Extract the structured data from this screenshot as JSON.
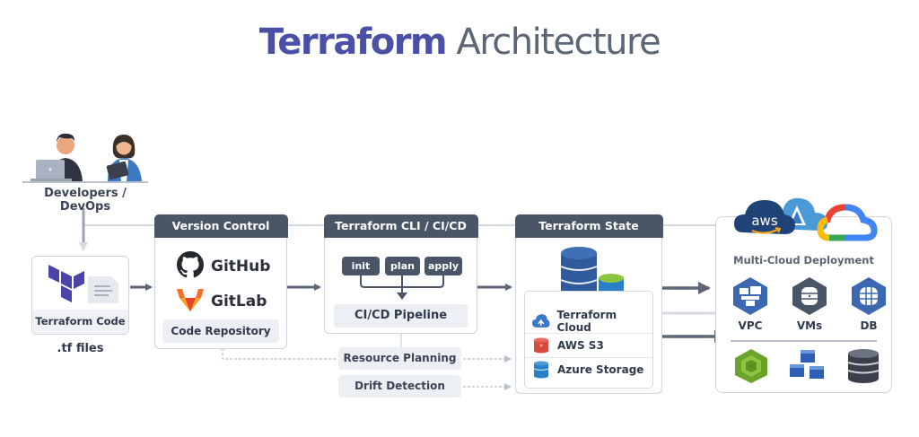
{
  "title": {
    "part1": "Terraform",
    "part2": "Architecture"
  },
  "colors": {
    "brand": "#4a4fa8",
    "header": "#4a5568",
    "subtle": "#eceff4",
    "border": "#cfd5de",
    "arrow": "#5c6677"
  },
  "developers": {
    "label": "Developers / DevOps",
    "icon": "developers-illustration"
  },
  "terraform_code": {
    "label": "Terraform Code",
    "caption": ".tf files",
    "icons": [
      "terraform-logo-icon",
      "document-icon"
    ]
  },
  "version_control": {
    "header": "Version Control",
    "providers": [
      {
        "name": "GitHub",
        "icon": "github-icon"
      },
      {
        "name": "GitLab",
        "icon": "gitlab-icon"
      }
    ],
    "footer": "Code Repository"
  },
  "cli": {
    "header": "Terraform CLI / CI/CD",
    "commands": [
      "init",
      "plan",
      "apply"
    ],
    "footer": "CI/CD Pipeline"
  },
  "side_tasks": [
    "Resource Planning",
    "Drift Detection"
  ],
  "state": {
    "header": "Terraform State",
    "icon": "database-icon",
    "backends": [
      {
        "name": "Terraform Cloud",
        "icon": "cloud-upload-icon",
        "color": "#3a78c9"
      },
      {
        "name": "AWS S3",
        "icon": "s3-bucket-icon",
        "color": "#d9493c"
      },
      {
        "name": "Azure Storage",
        "icon": "azure-storage-icon",
        "color": "#2a7fc9"
      }
    ]
  },
  "multicloud": {
    "title": "Multi-Cloud Deployment",
    "providers": [
      {
        "name": "aws",
        "icon": "aws-cloud-icon"
      },
      {
        "name": "Azure",
        "icon": "azure-cloud-icon"
      },
      {
        "name": "Google Cloud",
        "icon": "gcp-cloud-icon"
      }
    ],
    "services": [
      {
        "label": "VPC",
        "icon": "vpc-icon"
      },
      {
        "label": "VMs",
        "icon": "vm-icon"
      },
      {
        "label": "DB",
        "icon": "db-icon"
      }
    ],
    "extras": [
      "container-icon",
      "cubes-icon",
      "storage-icon"
    ]
  }
}
